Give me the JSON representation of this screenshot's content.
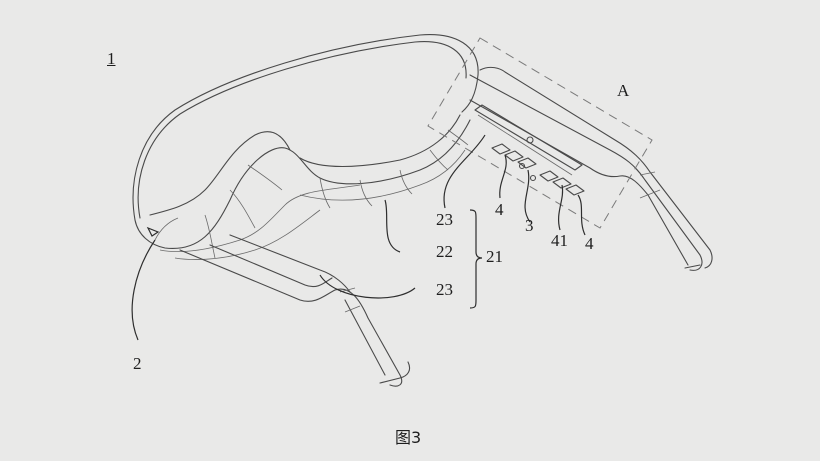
{
  "figure": {
    "caption": "图3",
    "figure_number_label": "1",
    "detail_view_label": "A"
  },
  "reference_numerals": {
    "device": "2",
    "strap_upper": "23",
    "strap_middle": "22",
    "strap_lower": "23",
    "strap_group": "21",
    "connector_left": "4",
    "connector_center": "3",
    "connector_contact": "41",
    "connector_right": "4"
  },
  "colors": {
    "background": "#e9e9e8",
    "line": "#4a4a4a",
    "text": "#1e1e1e"
  }
}
